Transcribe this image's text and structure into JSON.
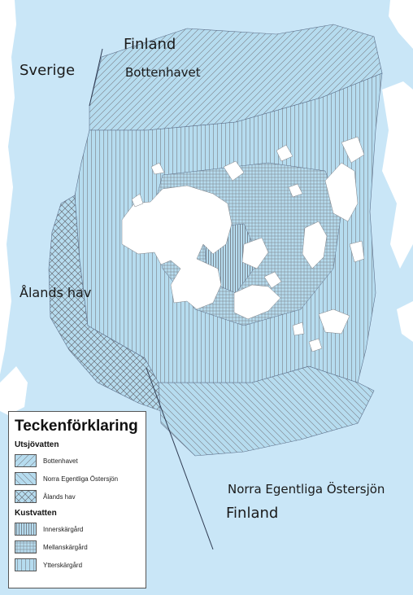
{
  "map": {
    "labels": {
      "finland_north": "Finland",
      "sverige": "Sverige",
      "bottenhavet": "Bottenhavet",
      "alands_hav": "Ålands hav",
      "norra_egentliga": "Norra Egentliga Östersjön",
      "finland_south": "Finland"
    },
    "colors": {
      "sea": "#c9e6f7",
      "zone_fill": "#b6dcef",
      "hatch_line": "#7a7f86",
      "land": "#ffffff",
      "boundary": "#5a6e8a"
    }
  },
  "legend": {
    "title": "Teckenförklaring",
    "groups": [
      {
        "heading": "Utsjövatten",
        "items": [
          {
            "label": "Bottenhavet",
            "pattern": "diag-right"
          },
          {
            "label": "Norra Egentliga Östersjön",
            "pattern": "diag-left"
          },
          {
            "label": "Ålands hav",
            "pattern": "crosshatch"
          }
        ]
      },
      {
        "heading": "Kustvatten",
        "items": [
          {
            "label": "Innerskärgård",
            "pattern": "vert-dense"
          },
          {
            "label": "Mellanskärgård",
            "pattern": "grid"
          },
          {
            "label": "Ytterskärgård",
            "pattern": "vert-sparse"
          }
        ]
      }
    ]
  }
}
